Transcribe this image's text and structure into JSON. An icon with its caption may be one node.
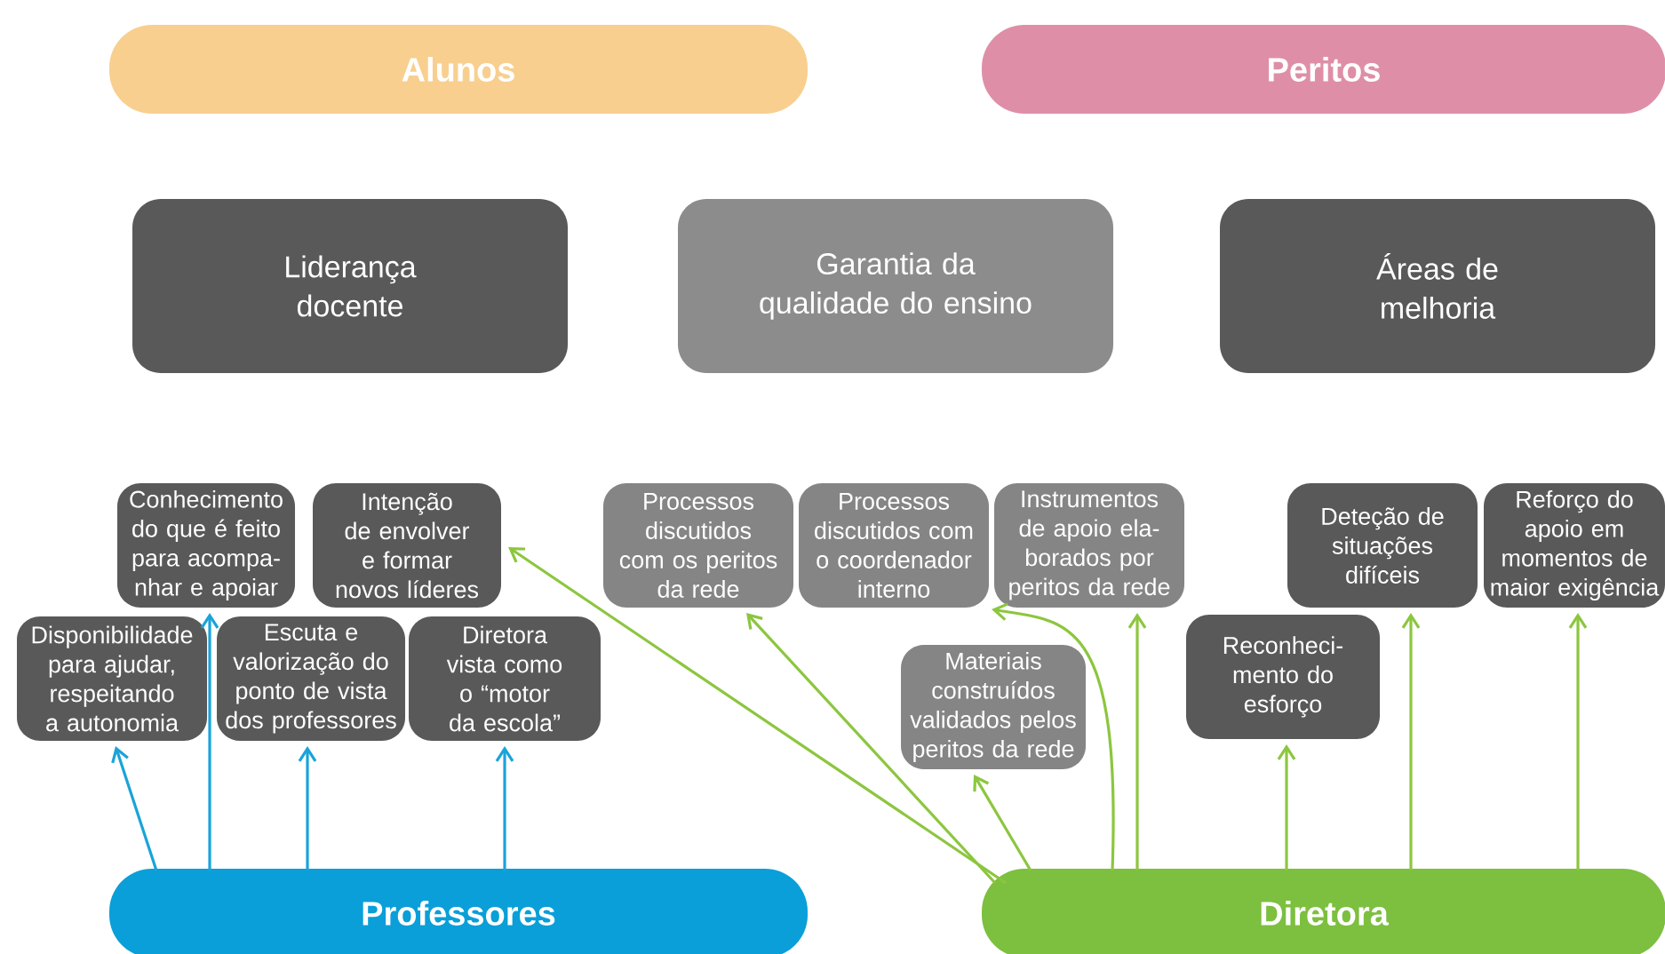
{
  "diagram": {
    "nodes": [
      {
        "text": [
          "Alunos"
        ]
      },
      {
        "text": [
          "Peritos"
        ]
      },
      {
        "text": [
          "Liderança docente"
        ]
      },
      {
        "text": [
          "Garantia da qualidade do ensino"
        ]
      },
      {
        "text": [
          "Áreas de melhoria"
        ]
      },
      {
        "text": [
          "Conhecimento do que é feito para acompa- nhar e apoiar"
        ]
      },
      {
        "text": [
          "Intenção de envolver e formar novos líderes"
        ]
      },
      {
        "text": [
          "Disponibilidade para ajudar, respeitando a autonomia"
        ]
      },
      {
        "text": [
          "Escuta e valorização do ponto de vista dos professores"
        ]
      },
      {
        "text": [
          "Diretora vista como o “motor da escola”"
        ]
      },
      {
        "text": [
          "Processos discutidos com os peritos da rede"
        ]
      },
      {
        "text": [
          "Processos discutidos com o coordenador interno"
        ]
      },
      {
        "text": [
          "Instrumentos de apoio ela- borados por peritos da rede"
        ]
      },
      {
        "text": [
          "Materiais construídos validados pelos peritos da rede"
        ]
      },
      {
        "text": [
          "Deteção de situações difíceis"
        ]
      },
      {
        "text": [
          "Reforço do apoio em momentos de maior exigência"
        ]
      },
      {
        "text": [
          "Reconheci- mento do esforço"
        ]
      },
      {
        "text": [
          "Professores"
        ]
      },
      {
        "text": [
          "Diretora"
        ]
      }
    ],
    "edges": [
      {
        "from": 17,
        "to": 7,
        "arrow": "to",
        "color": "#1aa3d9"
      },
      {
        "from": 17,
        "to": 5,
        "arrow": "to",
        "color": "#1aa3d9"
      },
      {
        "from": 17,
        "to": 8,
        "arrow": "to",
        "color": "#1aa3d9"
      },
      {
        "from": 17,
        "to": 9,
        "arrow": "to",
        "color": "#1aa3d9"
      },
      {
        "from": 18,
        "to": 6,
        "arrow": "to"
      },
      {
        "from": 18,
        "to": 10,
        "arrow": "to"
      },
      {
        "from": 18,
        "to": 11,
        "arrow": "to"
      },
      {
        "from": 18,
        "to": 13,
        "arrow": "to"
      },
      {
        "from": 18,
        "to": 12,
        "arrow": "to"
      },
      {
        "from": 18,
        "to": 16,
        "arrow": "to"
      },
      {
        "from": 18,
        "to": 14,
        "arrow": "to"
      },
      {
        "from": 18,
        "to": 15,
        "arrow": "to"
      }
    ]
  }
}
